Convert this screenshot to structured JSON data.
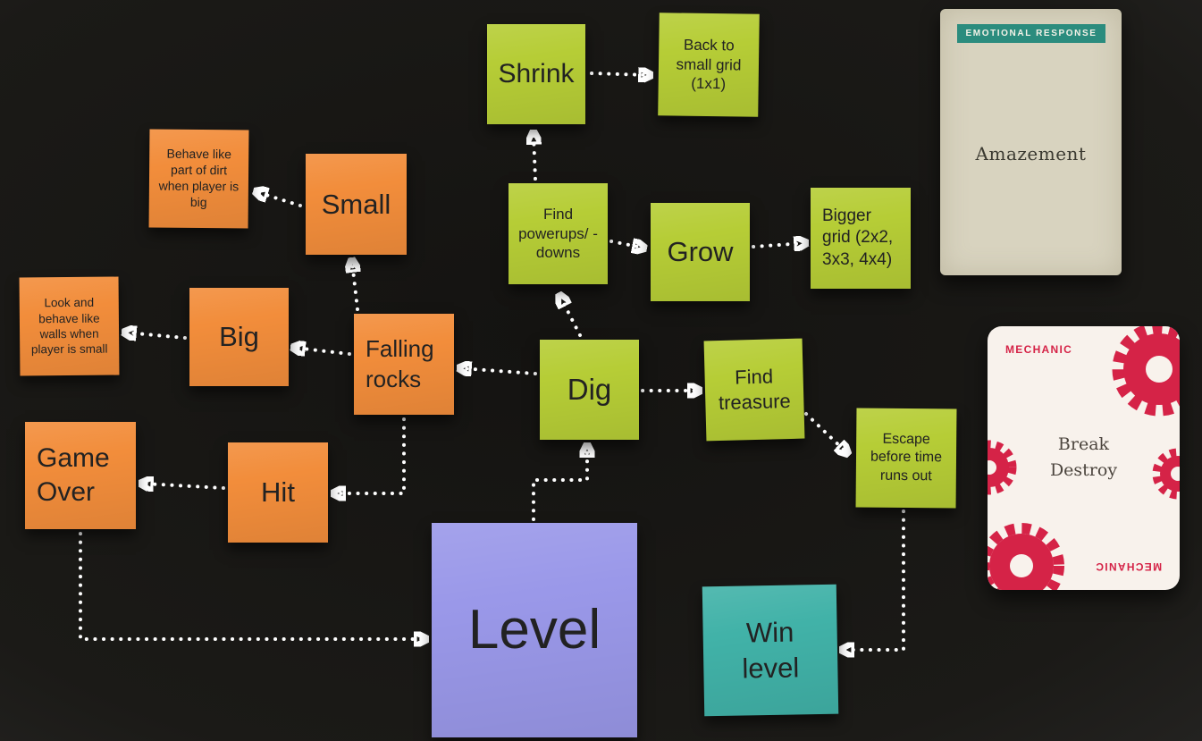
{
  "board": {
    "background": "#1a1917"
  },
  "notes": {
    "shrink": {
      "label": "Shrink",
      "color": "green"
    },
    "back_to_small_grid": {
      "label": "Back to small grid (1x1)",
      "color": "green"
    },
    "behave_like_dirt": {
      "label": "Behave like part of dirt when player is big",
      "color": "orange"
    },
    "small": {
      "label": "Small",
      "color": "orange"
    },
    "find_powerups": {
      "label": "Find powerups/ -downs",
      "color": "green"
    },
    "grow": {
      "label": "Grow",
      "color": "green"
    },
    "bigger_grid": {
      "label": "Bigger grid (2x2, 3x3, 4x4)",
      "color": "green"
    },
    "look_like_walls": {
      "label": "Look and behave like walls when player is small",
      "color": "orange"
    },
    "big": {
      "label": "Big",
      "color": "orange"
    },
    "falling_rocks": {
      "label": "Falling rocks",
      "color": "orange"
    },
    "dig": {
      "label": "Dig",
      "color": "green"
    },
    "find_treasure": {
      "label": "Find treasure",
      "color": "green"
    },
    "escape_before_time": {
      "label": "Escape before time runs out",
      "color": "green"
    },
    "game_over": {
      "label": "Game Over",
      "color": "orange"
    },
    "hit": {
      "label": "Hit",
      "color": "orange"
    },
    "level": {
      "label": "Level",
      "color": "purple"
    },
    "win_level": {
      "label": "Win level",
      "color": "teal"
    }
  },
  "cards": {
    "emotional_response": {
      "header": "EMOTIONAL RESPONSE",
      "title": "Amazement"
    },
    "mechanic": {
      "category_top": "MECHANIC",
      "title_line1": "Break",
      "title_line2": "Destroy",
      "category_bottom": "MECHANIC"
    }
  },
  "colors": {
    "orange_note": "#f28d3b",
    "green_note": "#b6cd36",
    "purple_note": "#9a98e9",
    "teal_note": "#41b2a8",
    "note_text": "#222222",
    "arrow": "#ffffff",
    "emotional_card_bg": "#d8d3bf",
    "emotional_header_bg": "#2b8c7e",
    "mechanic_card_bg": "#f8f2ec",
    "mechanic_accent": "#d52347"
  }
}
